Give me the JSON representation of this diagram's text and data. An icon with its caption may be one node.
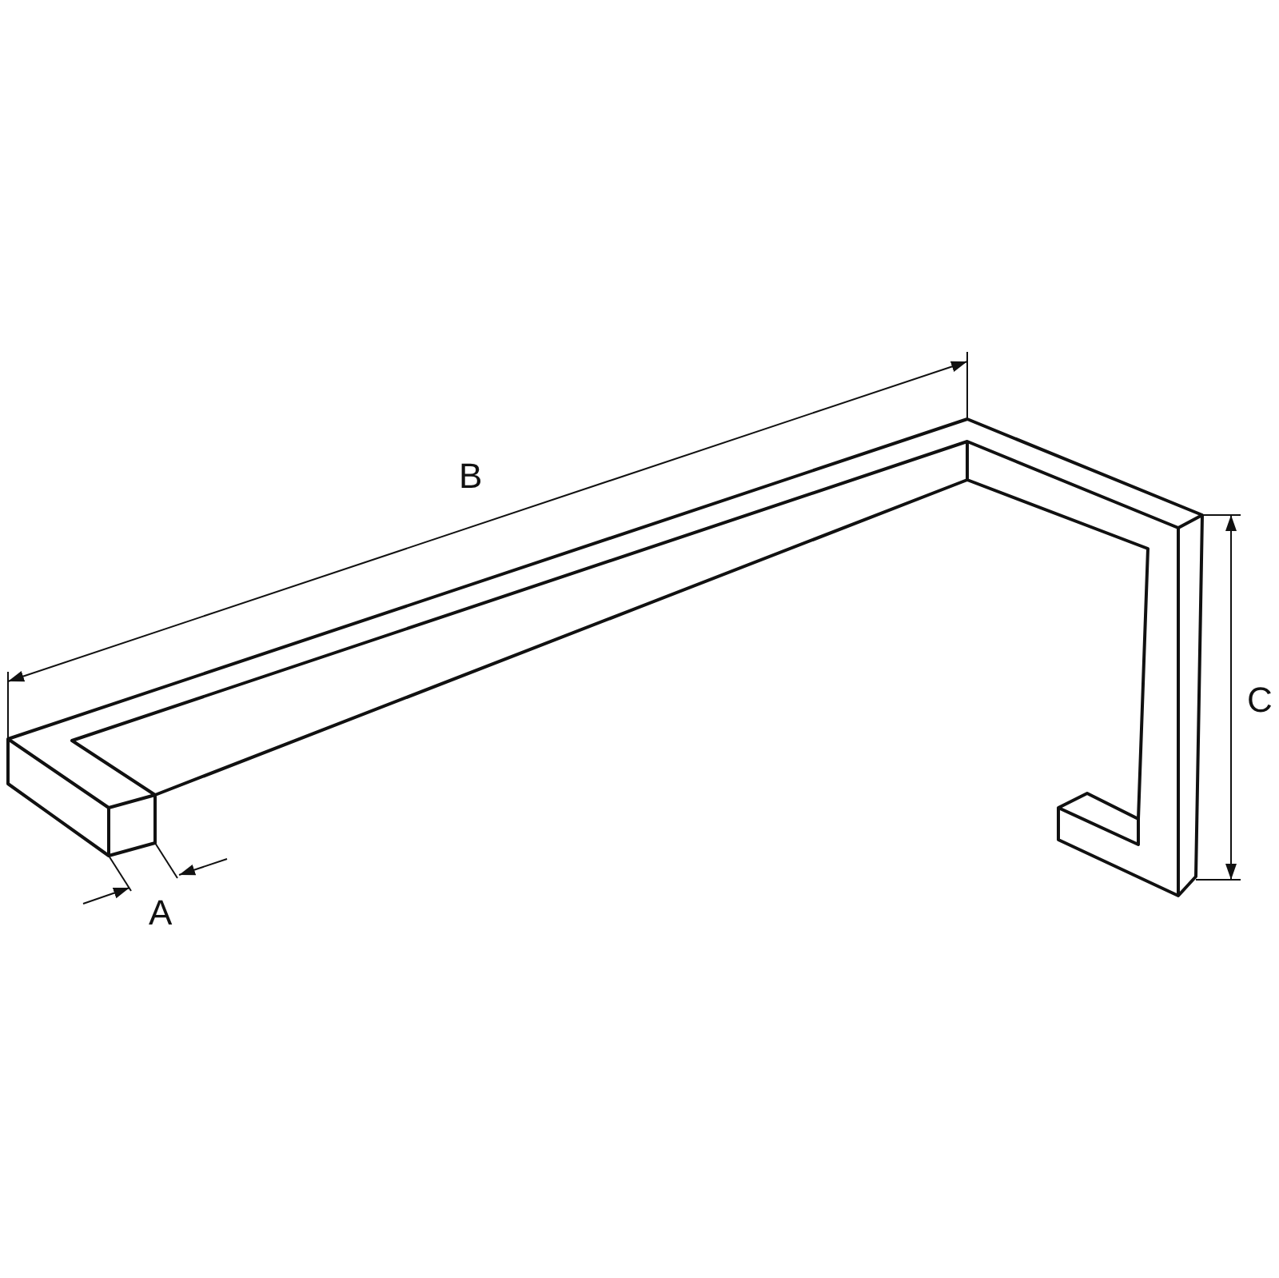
{
  "diagram": {
    "labels": [
      "B",
      "C",
      "A"
    ]
  }
}
